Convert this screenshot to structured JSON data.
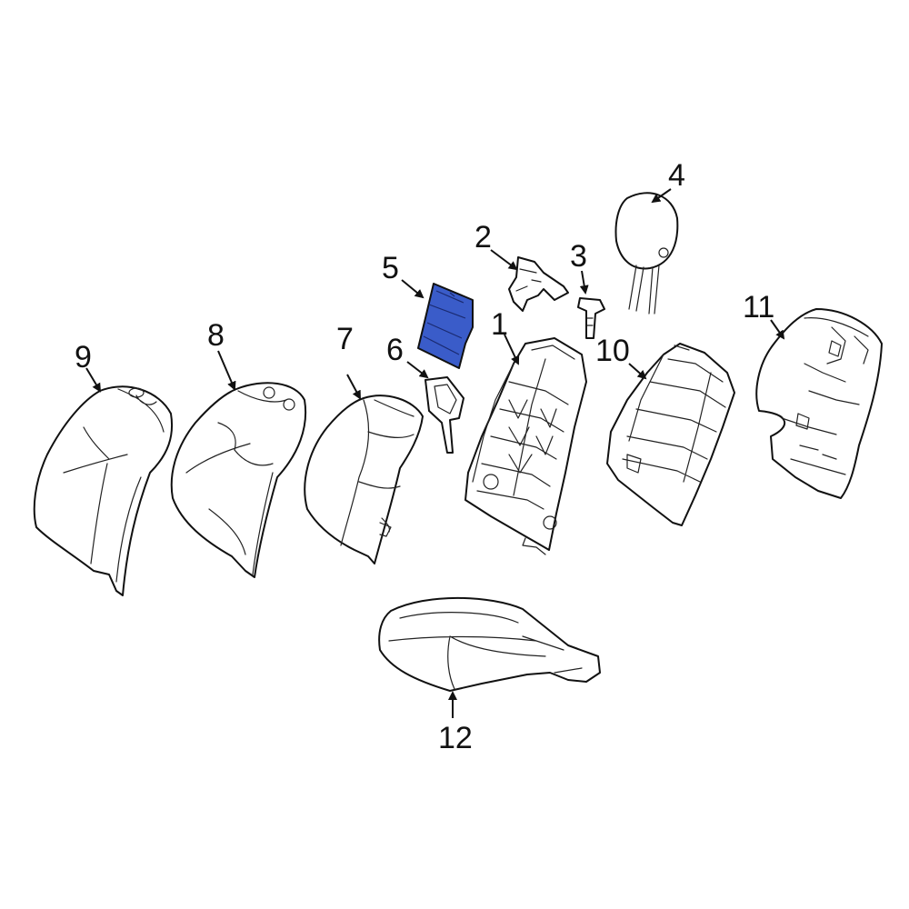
{
  "diagram": {
    "highlight_color": "#3a5cc9",
    "highlighted_part": "5",
    "callouts": [
      {
        "id": "c1",
        "label": "1"
      },
      {
        "id": "c2",
        "label": "2"
      },
      {
        "id": "c3",
        "label": "3"
      },
      {
        "id": "c4",
        "label": "4"
      },
      {
        "id": "c5",
        "label": "5"
      },
      {
        "id": "c6",
        "label": "6"
      },
      {
        "id": "c7",
        "label": "7"
      },
      {
        "id": "c8",
        "label": "8"
      },
      {
        "id": "c9",
        "label": "9"
      },
      {
        "id": "c10",
        "label": "10"
      },
      {
        "id": "c11",
        "label": "11"
      },
      {
        "id": "c12",
        "label": "12"
      }
    ]
  }
}
